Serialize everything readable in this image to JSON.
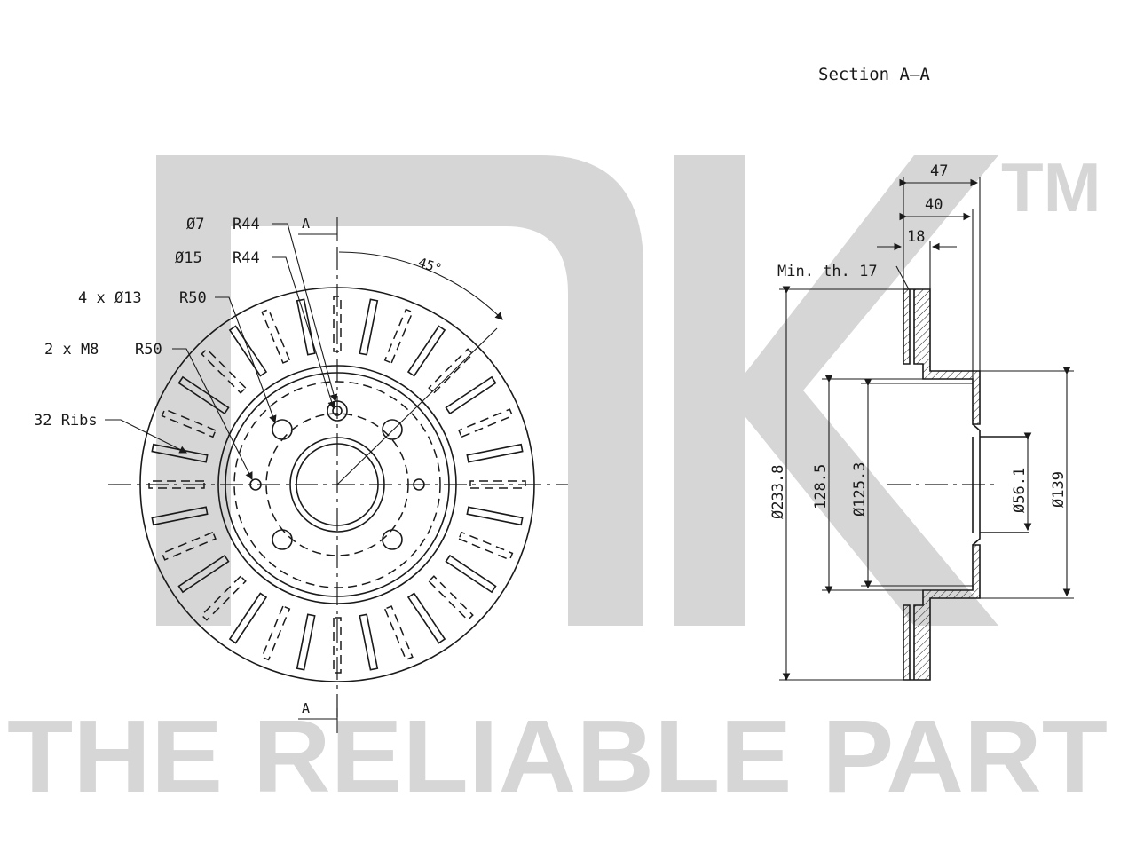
{
  "section_title": "Section A–A",
  "watermark": {
    "logo_letters": "NK",
    "trademark": "TM",
    "tagline": "THE RELIABLE PART"
  },
  "front_view": {
    "section_marker_top": "A",
    "section_marker_bottom": "A",
    "angle": "45°",
    "labels": {
      "d7": "Ø7",
      "r44_a": "R44",
      "d15": "Ø15",
      "r44_b": "R44",
      "bolt_holes": "4 x Ø13",
      "r50_a": "R50",
      "threads": "2 x M8",
      "r50_b": "R50",
      "ribs": "32 Ribs"
    }
  },
  "section_view": {
    "dim_47": "47",
    "dim_40": "40",
    "dim_18": "18",
    "min_thickness": "Min. th. 17",
    "d_outer": "Ø233.8",
    "d_128": "128.5",
    "d_125": "Ø125.3",
    "d_56": "Ø56.1",
    "d_139": "Ø139"
  },
  "colors": {
    "line": "#1a1a1a",
    "watermark": "#d6d6d6"
  }
}
